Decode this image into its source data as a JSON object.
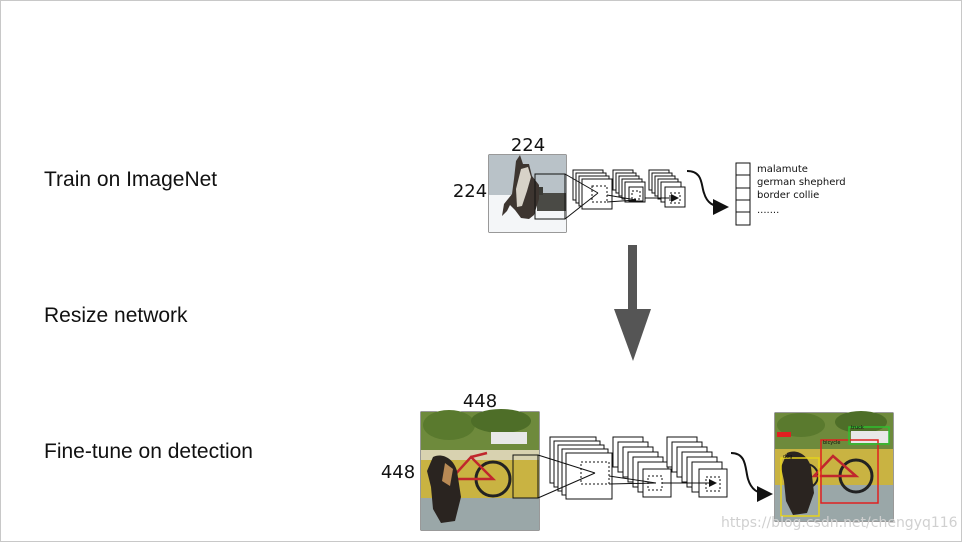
{
  "steps": [
    {
      "label": "Train on ImageNet"
    },
    {
      "label": "Resize network"
    },
    {
      "label": "Fine-tune on detection"
    }
  ],
  "train": {
    "width_label": "224",
    "height_label": "224",
    "classes": [
      "malamute",
      "german shepherd",
      "border collie",
      "......."
    ]
  },
  "finetune": {
    "width_label": "448",
    "height_label": "448",
    "box_labels": [
      "dog",
      "bicycle",
      "truck"
    ]
  },
  "watermark": "https://blog.csdn.net/chengyq116",
  "colors": {
    "arrow": "#555555",
    "box_red": "#e02020",
    "box_yellow": "#e6d21a",
    "box_green": "#2fbf2f"
  }
}
